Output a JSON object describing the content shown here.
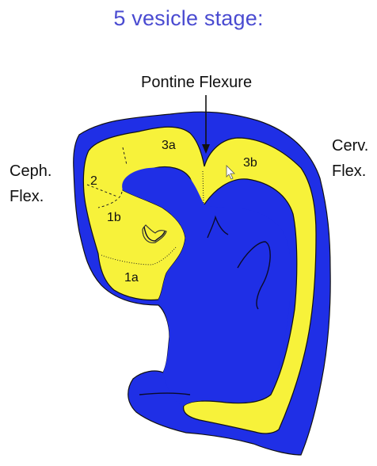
{
  "title": "5 vesicle stage:",
  "labels": {
    "pontine_flexure": "Pontine Flexure",
    "cephalic_line1": "Ceph.",
    "cephalic_line2": "Flex.",
    "cervical_line1": "Cerv.",
    "cervical_line2": "Flex."
  },
  "regions": {
    "r3a": "3a",
    "r3b": "3b",
    "r2": "2",
    "r1b": "1b",
    "r1a": "1a"
  },
  "colors": {
    "tissue": "#1f2fe6",
    "lumen": "#f7f23a",
    "title": "#4a4bd1"
  },
  "icons": {
    "cursor": "mouse-pointer-icon"
  }
}
